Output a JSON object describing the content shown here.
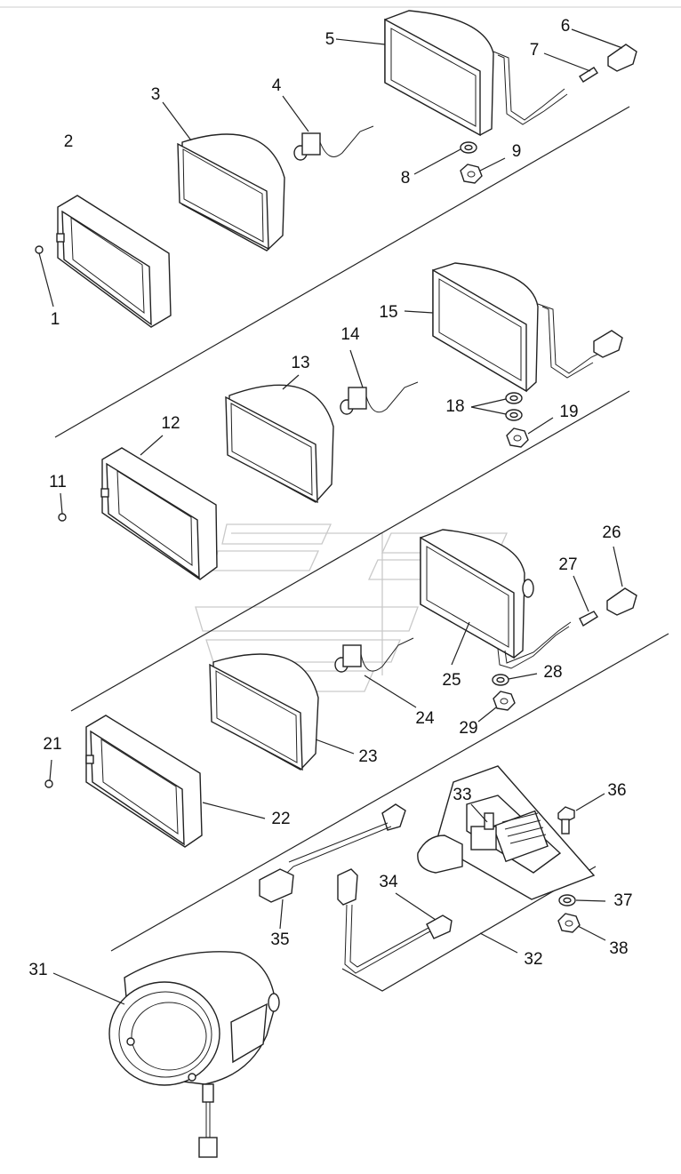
{
  "labels": {
    "l1": "1",
    "l2": "2",
    "l3": "3",
    "l4": "4",
    "l5": "5",
    "l6": "6",
    "l7": "7",
    "l8": "8",
    "l9": "9",
    "l11": "11",
    "l12": "12",
    "l13": "13",
    "l14": "14",
    "l15": "15",
    "l18": "18",
    "l19": "19",
    "l21": "21",
    "l22": "22",
    "l23": "23",
    "l24": "24",
    "l25": "25",
    "l26": "26",
    "l27": "27",
    "l28": "28",
    "l29": "29",
    "l31": "31",
    "l32": "32",
    "l33": "33",
    "l34": "34",
    "l35": "35",
    "l36": "36",
    "l37": "37",
    "l38": "38"
  },
  "colors": {
    "line": "#222222",
    "watermark": "#c9c9c9",
    "background": "#ffffff"
  }
}
